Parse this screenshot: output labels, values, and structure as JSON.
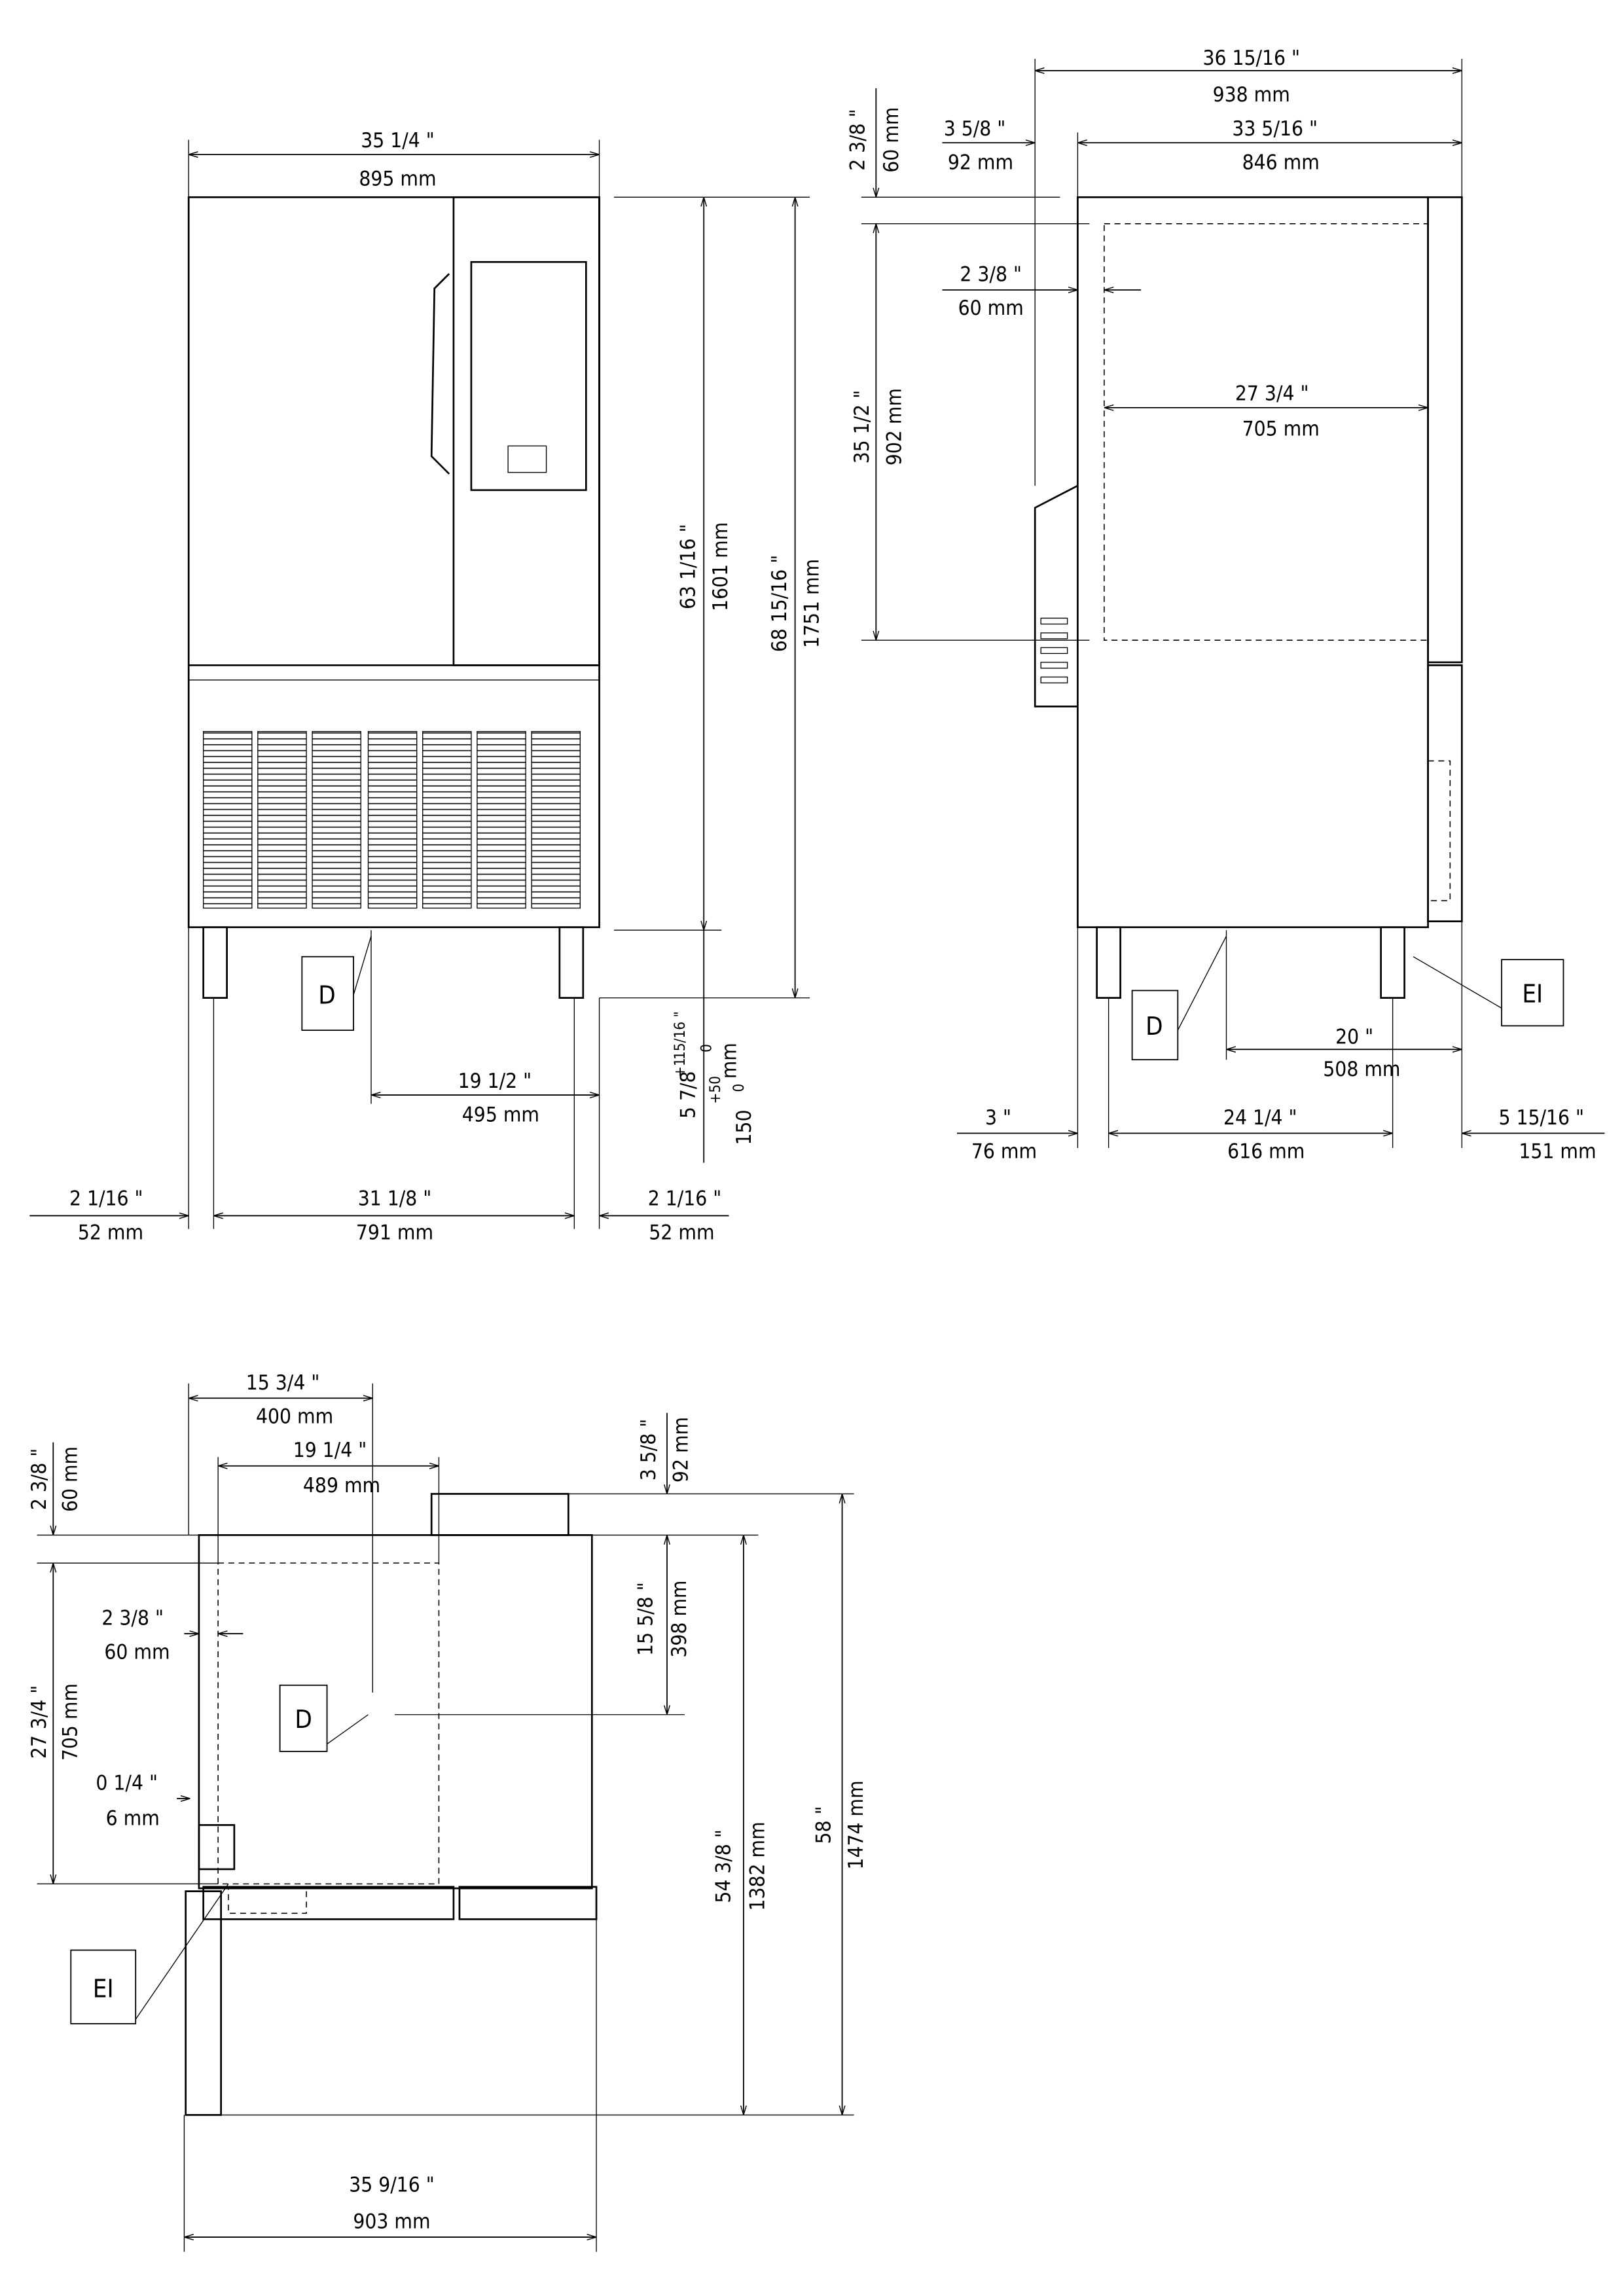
{
  "front_view": {
    "width_in": "35 1/4 \"",
    "width_mm": "895 mm",
    "body_height_in": "63 1/16 \"",
    "body_height_mm": "1601 mm",
    "total_height_in": "68 15/16 \"",
    "total_height_mm": "1751 mm",
    "drain_offset_in": "19 1/2 \"",
    "drain_offset_mm": "495 mm",
    "leg_height_in": "5 7/8",
    "leg_tol_in_plus": "+1",
    "leg_tol_in_plus_frac": "15/16 \"",
    "leg_tol_in_minus": "0",
    "leg_height_mm": "150",
    "leg_tol_mm_plus": "+50",
    "leg_tol_mm_minus": "0",
    "leg_height_unit": "mm",
    "left_leg_in": "2 1/16 \"",
    "left_leg_mm": "52 mm",
    "leg_span_in": "31 1/8 \"",
    "leg_span_mm": "791 mm",
    "right_leg_in": "2 1/16 \"",
    "right_leg_mm": "52 mm",
    "drain_label": "D"
  },
  "side_view": {
    "total_depth_in": "36 15/16 \"",
    "total_depth_mm": "938 mm",
    "top_offset_in": "2 3/8 \"",
    "top_offset_mm": "60 mm",
    "handle_depth_in": "3 5/8 \"",
    "handle_depth_mm": "92 mm",
    "body_depth_in": "33 5/16 \"",
    "body_depth_mm": "846 mm",
    "cavity_offset_in": "2 3/8 \"",
    "cavity_offset_mm": "60 mm",
    "cavity_depth_in": "27 3/4 \"",
    "cavity_depth_mm": "705 mm",
    "cavity_height_in": "35 1/2 \"",
    "cavity_height_mm": "902 mm",
    "drain_rear_in": "20 \"",
    "drain_rear_mm": "508 mm",
    "front_leg_in": "3 \"",
    "front_leg_mm": "76 mm",
    "leg_span_in": "24 1/4 \"",
    "leg_span_mm": "616 mm",
    "rear_leg_in": "5 15/16 \"",
    "rear_leg_mm": "151 mm",
    "drain_label": "D",
    "electrical_label": "EI"
  },
  "plan_view": {
    "drain_x_in": "15 3/4 \"",
    "drain_x_mm": "400 mm",
    "cavity_width_in": "19 1/4 \"",
    "cavity_width_mm": "489 mm",
    "front_offset_in": "2 3/8 \"",
    "front_offset_mm": "60 mm",
    "rear_unit_in": "3 5/8 \"",
    "rear_unit_mm": "92 mm",
    "side_offset_in": "2 3/8 \"",
    "side_offset_mm": "60 mm",
    "drain_y_in": "15 5/8 \"",
    "drain_y_mm": "398 mm",
    "cavity_depth_in": "27 3/4 \"",
    "cavity_depth_mm": "705 mm",
    "wall_in": "0 1/4 \"",
    "wall_mm": "6 mm",
    "depth_door_closed_in": "54 3/8 \"",
    "depth_door_closed_mm": "1382 mm",
    "depth_total_in": "58 \"",
    "depth_total_mm": "1474 mm",
    "width_in": "35 9/16 \"",
    "width_mm": "903 mm",
    "drain_label": "D",
    "electrical_label": "EI"
  }
}
